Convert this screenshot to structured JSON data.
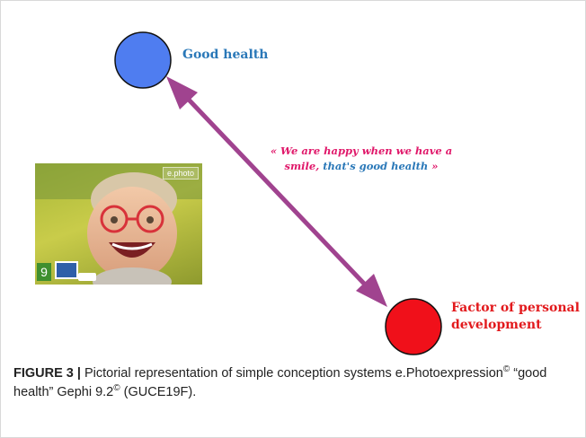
{
  "nodes": {
    "good_health": {
      "label": "Good health",
      "color": "#4f7df0"
    },
    "factor": {
      "label_line1": "Factor of personal",
      "label_line2": "development",
      "color": "#f0101a"
    }
  },
  "edge": {
    "color": "#a0438f",
    "direction": "bidirectional"
  },
  "quote": {
    "part1": "« We are happy when we have a smile, ",
    "part2": "that's good health",
    "part3": " »"
  },
  "photo": {
    "brand_text": "e.photo",
    "number": "9",
    "icon": "child-smiling-photo"
  },
  "caption": {
    "label": "FIGURE 3 |",
    "text1": " Pictorial representation of simple conception systems e.Photoexpression",
    "sup1": "©",
    "text2": " “good health” Gephi 9.2",
    "sup2": "©",
    "text3": " (GUCE19F)."
  }
}
